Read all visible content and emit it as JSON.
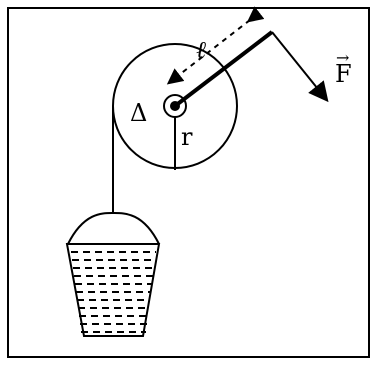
{
  "labels": {
    "length": "ℓ",
    "axis": "Δ",
    "radius": "r",
    "force": "F",
    "force_arrow": "→"
  },
  "icons": {
    "pulley": "pulley-wheel-icon",
    "bucket": "bucket-icon",
    "force_arrow": "arrow-icon"
  },
  "colors": {
    "stroke": "#000000",
    "background": "#ffffff"
  }
}
